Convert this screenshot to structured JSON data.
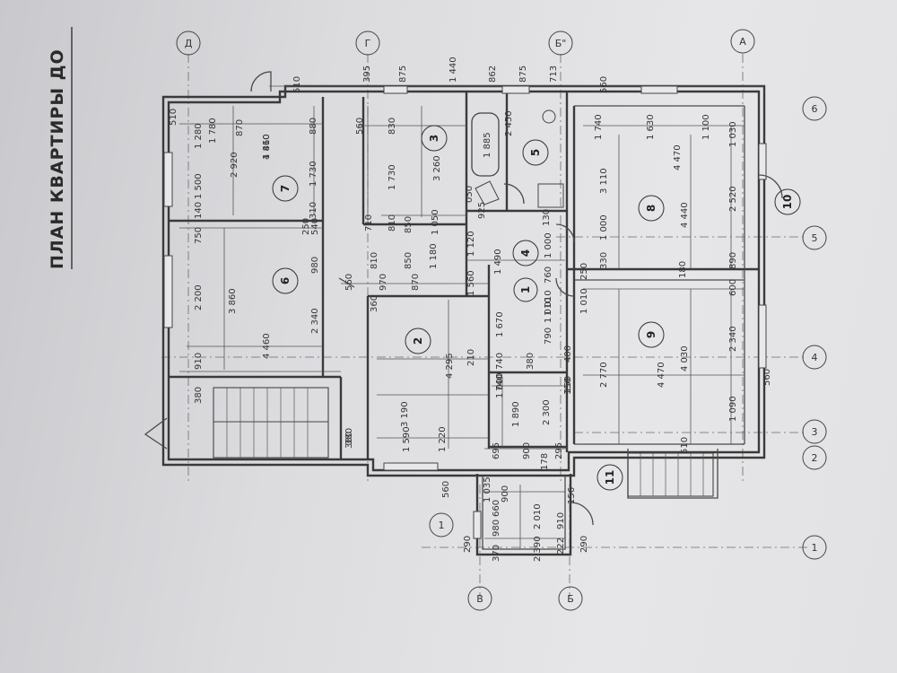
{
  "title": "ПЛАН КВАРТИРЫ ДО",
  "axes_letters": [
    "Д",
    "Г",
    "Б\"",
    "А",
    "В",
    "Б"
  ],
  "axes_numbers": [
    "6",
    "5",
    "4",
    "3",
    "2",
    "1",
    "1"
  ],
  "rooms": [
    "7",
    "6",
    "3",
    "5",
    "2",
    "4",
    "1",
    "8",
    "9",
    "10",
    "11"
  ],
  "dimensions": {
    "top": [
      "395",
      "875",
      "1 440",
      "862",
      "875",
      "713",
      "510",
      "560"
    ],
    "left_wall": [
      "510",
      "1 280",
      "1 500",
      "140",
      "750",
      "2 200",
      "910",
      "380"
    ],
    "room7": [
      "1 780",
      "870",
      "1 810",
      "880",
      "2 920",
      "4 460",
      "1 730",
      "310"
    ],
    "room6": [
      "3 860",
      "980",
      "2 340",
      "4 460",
      "540",
      "250"
    ],
    "room3": [
      "560",
      "830",
      "1 730",
      "3 260",
      "1 050",
      "850",
      "710",
      "810"
    ],
    "room5": [
      "1 885",
      "2 450",
      "050",
      "925",
      "130"
    ],
    "corridor": [
      "1 180",
      "850",
      "810",
      "1 120",
      "1 490",
      "970",
      "870",
      "560",
      "1 560",
      "360"
    ],
    "room4": [
      "1 000",
      "760",
      "1 010",
      "1 670"
    ],
    "room2": [
      "4 295",
      "3 190",
      "1 590",
      "1 220",
      "380",
      "740",
      "210"
    ],
    "room1": [
      "790",
      "1 010",
      "380",
      "400"
    ],
    "room8": [
      "1 740",
      "1 630",
      "1 100",
      "1 030",
      "4 470",
      "3 110",
      "4 440",
      "2 520",
      "1 000",
      "330",
      "890"
    ],
    "room9": [
      "1 010",
      "250",
      "180",
      "600",
      "2 770",
      "4 030",
      "2 340",
      "4 470",
      "1 090",
      "150",
      "560"
    ],
    "storage": [
      "1 000",
      "740",
      "1 890",
      "2 300",
      "150"
    ],
    "bottom": [
      "695",
      "900",
      "178",
      "295",
      "380",
      "510"
    ],
    "annex": [
      "1 035",
      "900",
      "156",
      "2 010",
      "910",
      "980",
      "660",
      "370",
      "2 390",
      "222",
      "290",
      "290",
      "560"
    ]
  }
}
